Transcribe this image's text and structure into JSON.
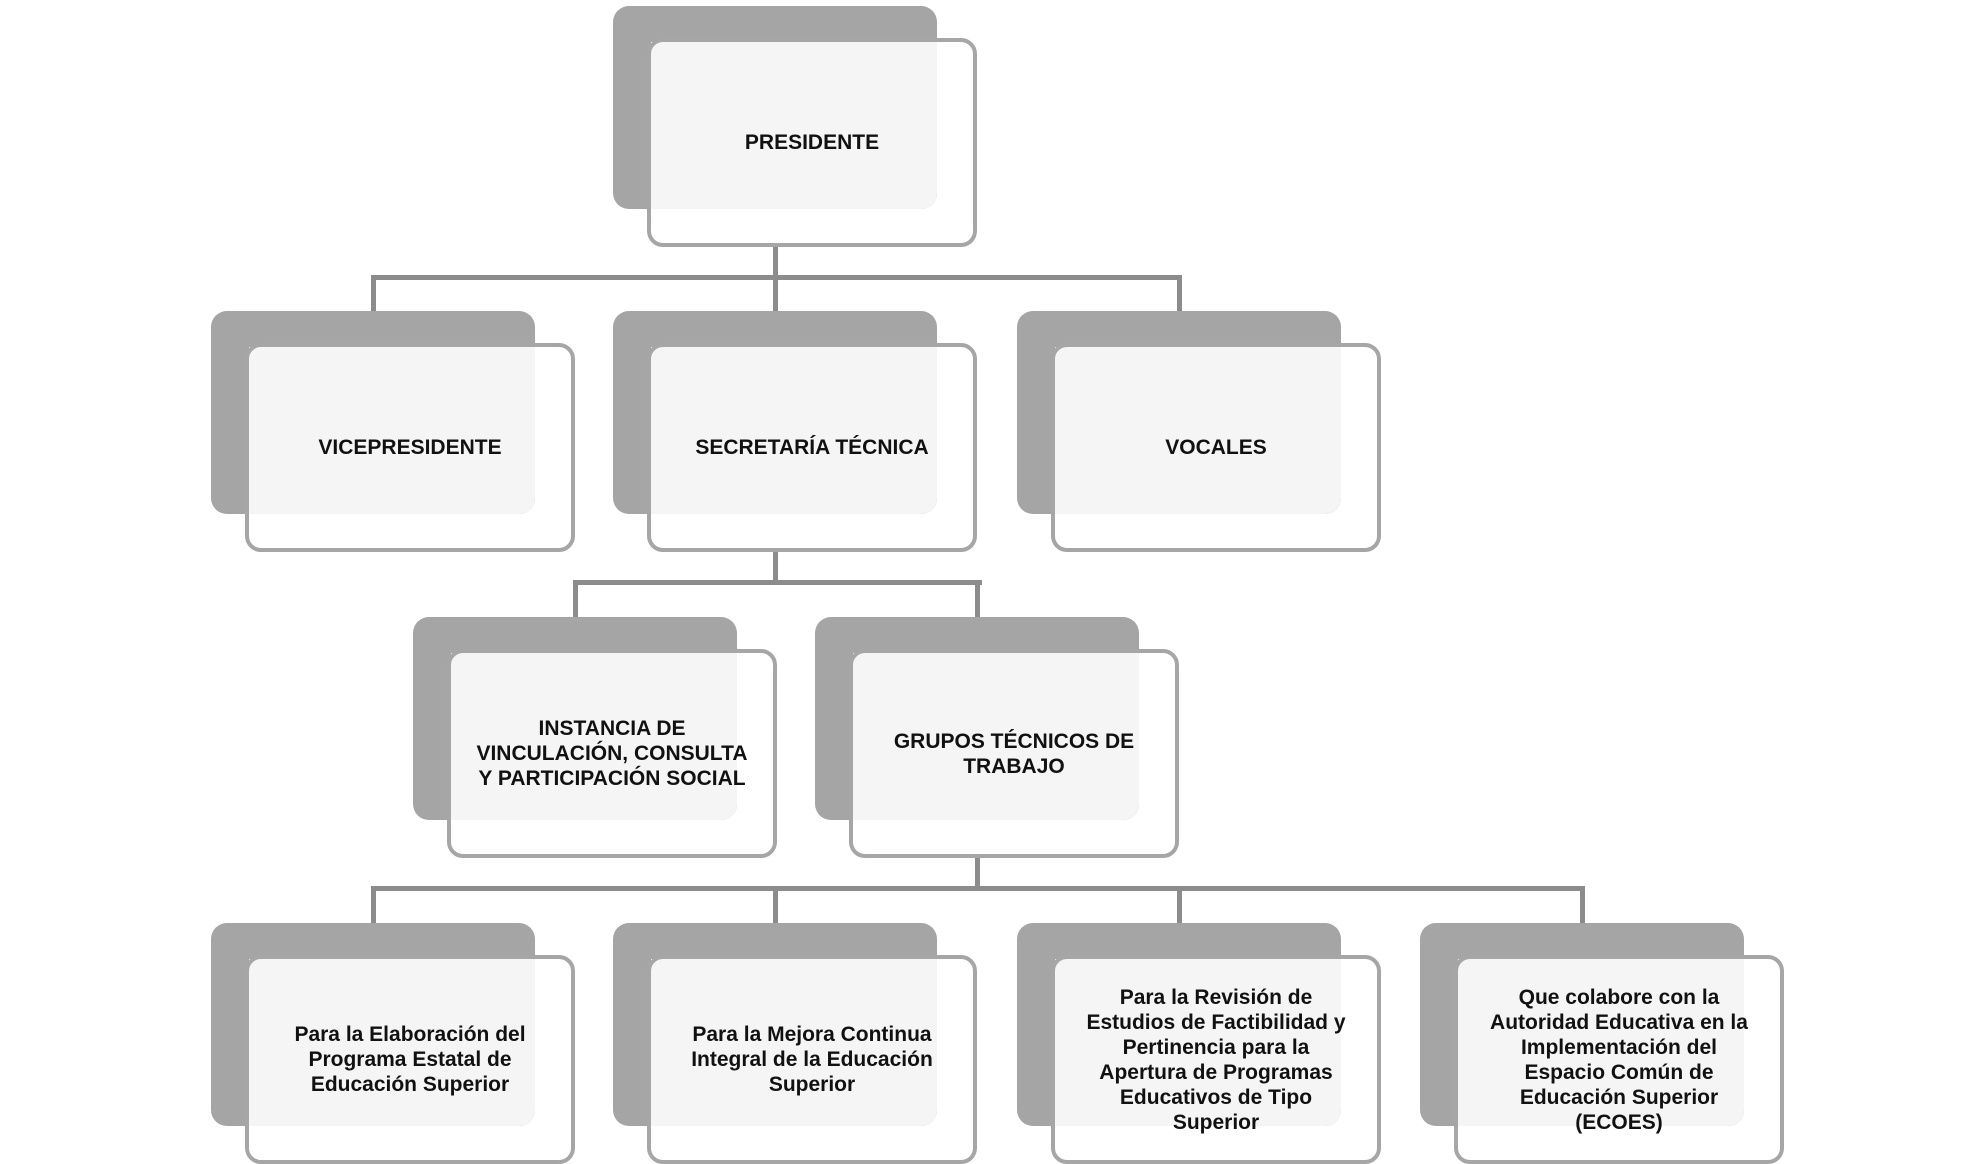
{
  "org_chart": {
    "nodes": [
      {
        "id": "presidente",
        "label": "PRESIDENTE"
      },
      {
        "id": "vicepresidente",
        "label": "VICEPRESIDENTE"
      },
      {
        "id": "secretaria-tecnica",
        "label": "SECRETARÍA TÉCNICA"
      },
      {
        "id": "vocales",
        "label": "VOCALES"
      },
      {
        "id": "instancia-vinculacion",
        "label": "INSTANCIA DE VINCULACIÓN, CONSULTA Y PARTICIPACIÓN SOCIAL"
      },
      {
        "id": "grupos-tecnicos",
        "label": "GRUPOS TÉCNICOS DE TRABAJO"
      },
      {
        "id": "grupo-programa-estatal",
        "label": "Para la Elaboración del Programa Estatal de Educación Superior"
      },
      {
        "id": "grupo-mejora-continua",
        "label": "Para la Mejora Continua Integral de la Educación Superior"
      },
      {
        "id": "grupo-revision-estudios",
        "label": "Para la Revisión de Estudios de Factibilidad y Pertinencia para la Apertura de Programas Educativos de Tipo Superior"
      },
      {
        "id": "grupo-ecoes",
        "label": "Que colabore con la Autoridad Educativa en la Implementación del Espacio Común de Educación Superior (ECOES)"
      }
    ],
    "colors": {
      "box": "#a5a5a5",
      "border": "#a6a6a6",
      "fill": "#f5f5f5",
      "connector": "#8c8c8c"
    }
  }
}
